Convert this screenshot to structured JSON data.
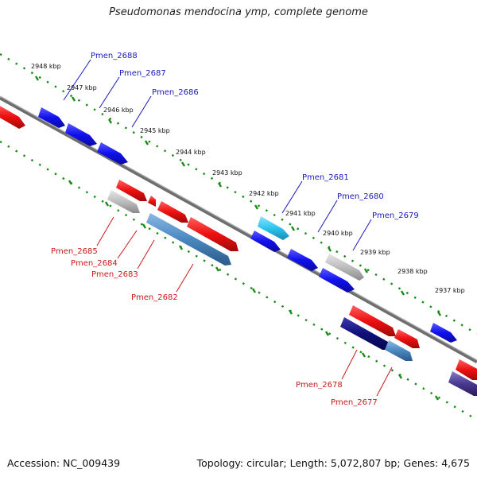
{
  "title": "Pseudomonas mendocina ymp, complete genome",
  "footer": {
    "accession": "Accession: NC_009439",
    "info": "Topology: circular; Length: 5,072,807 bp; Genes: 4,675"
  },
  "kbp_labels": [
    "2948 kbp",
    "2947 kbp",
    "2946 kbp",
    "2945 kbp",
    "2944 kbp",
    "2943 kbp",
    "2942 kbp",
    "2941 kbp",
    "2940 kbp",
    "2939 kbp",
    "2938 kbp",
    "2937 kbp"
  ],
  "gene_labels_forward": [
    "Pmen_2688",
    "Pmen_2687",
    "Pmen_2686",
    "Pmen_2681",
    "Pmen_2680",
    "Pmen_2679"
  ],
  "gene_labels_reverse": [
    "Pmen_2685",
    "Pmen_2684",
    "Pmen_2683",
    "Pmen_2682",
    "Pmen_2678",
    "Pmen_2677"
  ],
  "colors": {
    "forward_gene": "#1010ee",
    "reverse_gene": "#ee1010",
    "grey_gene": "#bdbdbd",
    "cyan_gene": "#2ec4f0",
    "steel_gene": "#4a88c0",
    "navy_gene": "#10107a",
    "backbone": "#808080",
    "tick": "#1a8a1a"
  }
}
